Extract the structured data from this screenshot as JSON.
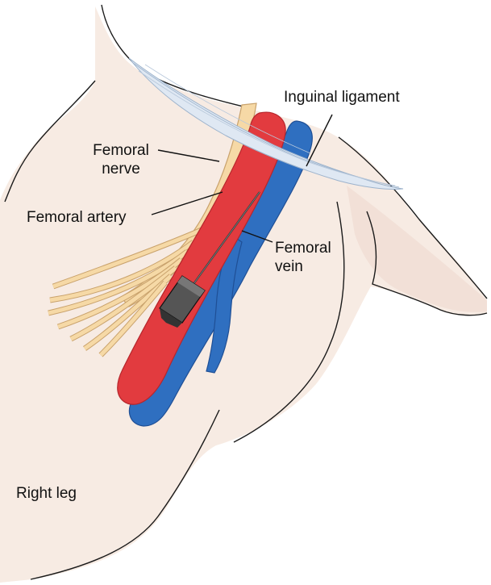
{
  "labels": {
    "inguinal_ligament": "Inguinal ligament",
    "femoral_nerve_line1": "Femoral",
    "femoral_nerve_line2": "nerve",
    "femoral_artery": "Femoral artery",
    "femoral_vein_line1": "Femoral",
    "femoral_vein_line2": "vein",
    "right_leg": "Right leg"
  },
  "colors": {
    "skin": "#f7ebe3",
    "skin_shadow": "#efd9cf",
    "outline": "#1a1a1a",
    "artery": "#e23b3f",
    "artery_dark": "#b6262c",
    "vein": "#2f6fc0",
    "vein_dark": "#1f4f95",
    "nerve": "#f6d9a6",
    "nerve_dark": "#c9a26c",
    "ligament": "#dfe8f3",
    "needle_hub": "#555555"
  }
}
